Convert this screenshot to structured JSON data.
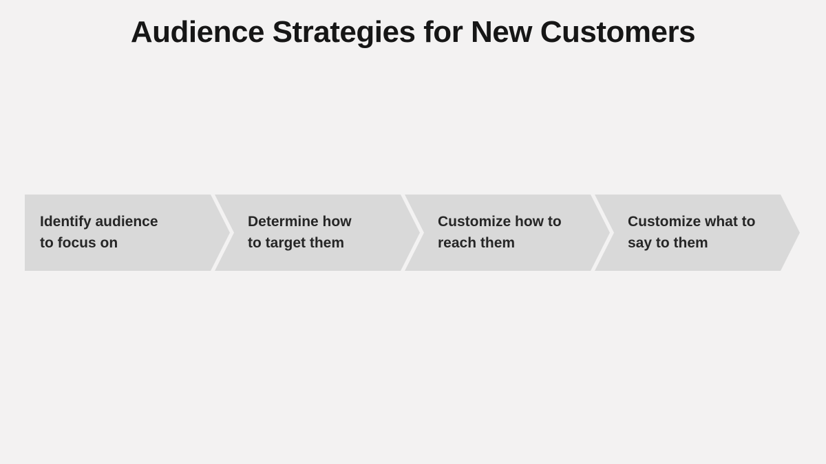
{
  "slide": {
    "title": "Audience Strategies for New Customers",
    "background_color": "#f3f2f2"
  },
  "flow": {
    "type": "chevron-process",
    "step_fill_color": "#d9d9d9",
    "text_color": "#262626",
    "steps": [
      {
        "label": "Identify audience\nto focus on"
      },
      {
        "label": "Determine how\nto target them"
      },
      {
        "label": "Customize how to\nreach them"
      },
      {
        "label": "Customize what to\nsay to them"
      }
    ]
  }
}
